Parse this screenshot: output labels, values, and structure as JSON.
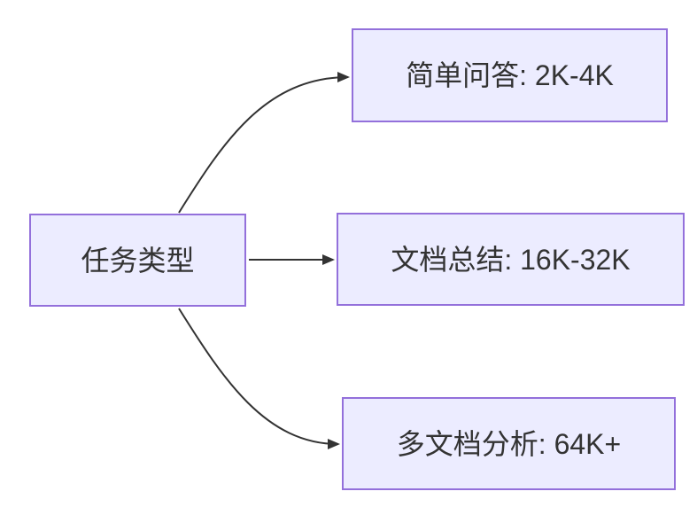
{
  "diagram": {
    "type": "flowchart",
    "direction": "left-to-right",
    "nodes": {
      "root": {
        "label": "任务类型"
      },
      "leaves": [
        {
          "label": "简单问答: 2K-4K"
        },
        {
          "label": "文档总结: 16K-32K"
        },
        {
          "label": "多文档分析: 64K+"
        }
      ]
    },
    "edges": [
      {
        "from": "任务类型",
        "to": "简单问答: 2K-4K"
      },
      {
        "from": "任务类型",
        "to": "文档总结: 16K-32K"
      },
      {
        "from": "任务类型",
        "to": "多文档分析: 64K+"
      }
    ],
    "colors": {
      "node_fill": "#ECECFF",
      "node_border": "#9370DB",
      "edge_line": "#333333",
      "node_text": "#333333",
      "background": "#FFFFFF"
    }
  }
}
